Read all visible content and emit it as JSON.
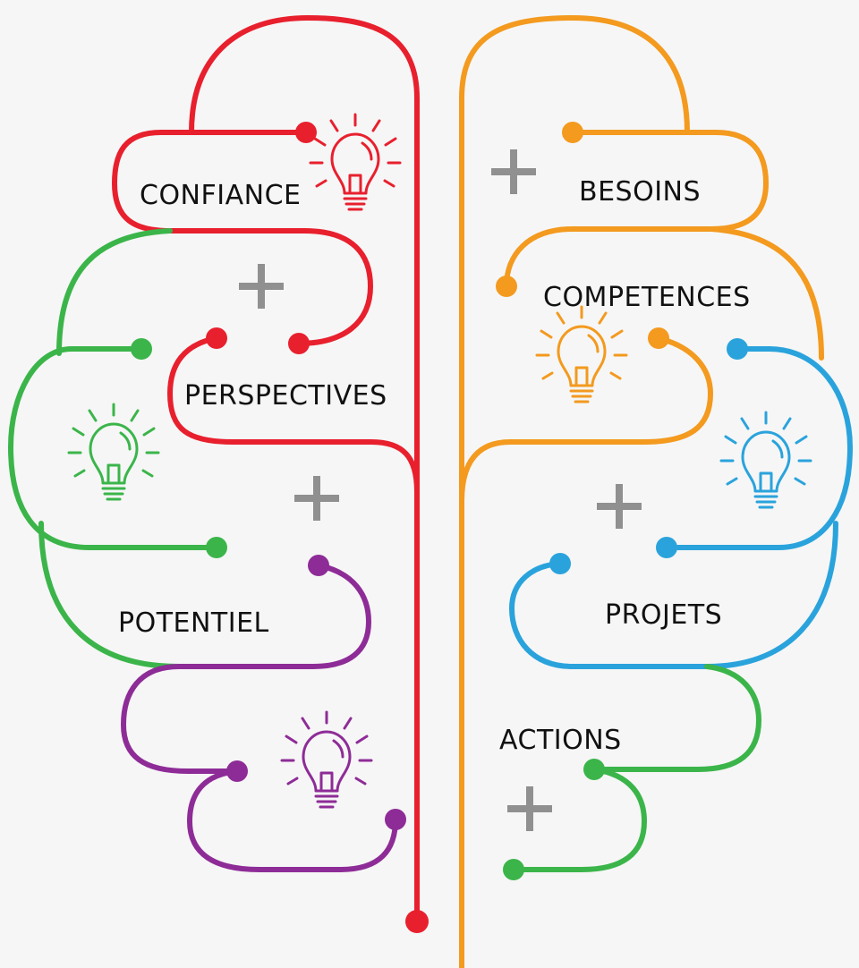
{
  "colors": {
    "red": "#e8202e",
    "orange": "#f39a1f",
    "green": "#3bb54a",
    "purple": "#8e2c97",
    "blue": "#2aa3dc",
    "plus": "#909090",
    "text": "#111111",
    "background": "#f6f6f6"
  },
  "labels": {
    "confiance": "CONFIANCE",
    "besoins": "BESOINS",
    "competences": "COMPETENCES",
    "perspectives": "PERSPECTIVES",
    "potentiel": "POTENTIEL",
    "projets": "PROJETS",
    "actions": "ACTIONS"
  },
  "icons": {
    "bulbs": [
      "lightbulb-icon-red",
      "lightbulb-icon-orange",
      "lightbulb-icon-green",
      "lightbulb-icon-blue",
      "lightbulb-icon-purple"
    ],
    "plus": [
      "plus-icon"
    ]
  }
}
